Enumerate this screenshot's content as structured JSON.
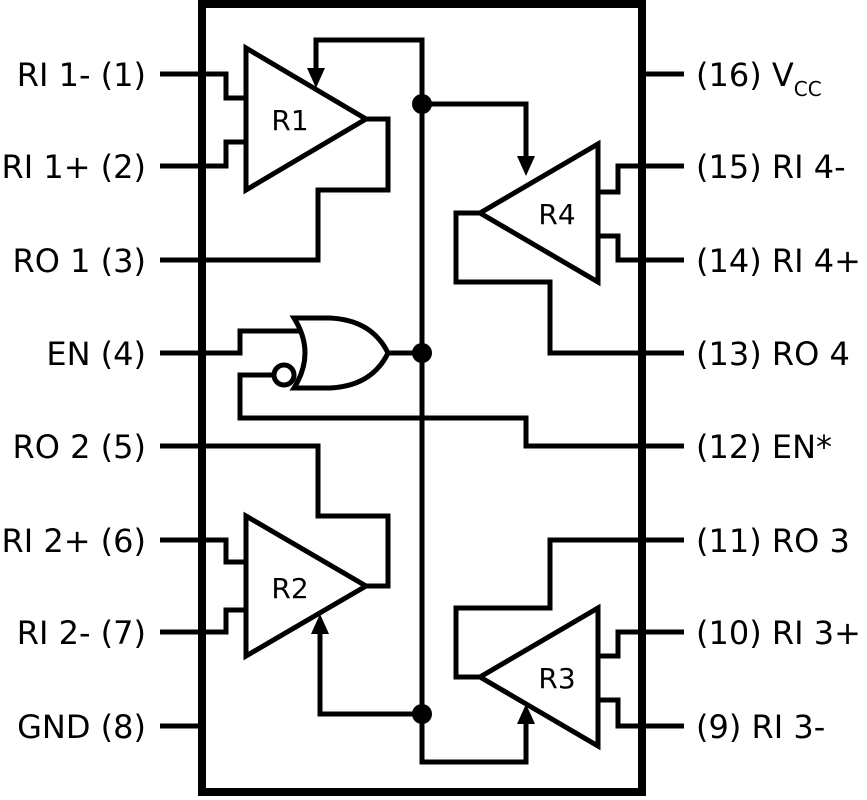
{
  "pins": {
    "p1": "RI 1- (1)",
    "p2": "RI 1+ (2)",
    "p3": "RO 1 (3)",
    "p4": "EN (4)",
    "p5": "RO 2 (5)",
    "p6": "RI 2+ (6)",
    "p7": "RI 2- (7)",
    "p8": "GND (8)",
    "p16_main": "(16) V",
    "p16_sub": "CC",
    "p15": "(15) RI 4-",
    "p14": "(14) RI 4+",
    "p13": "(13) RO 4",
    "p12": "(12) EN*",
    "p11": "(11) RO 3",
    "p10": "(10) RI 3+",
    "p9": "(9) RI 3-"
  },
  "receivers": {
    "r1": "R1",
    "r2": "R2",
    "r3": "R3",
    "r4": "R4"
  },
  "colors": {
    "line": "#000000",
    "background": "#ffffff"
  }
}
